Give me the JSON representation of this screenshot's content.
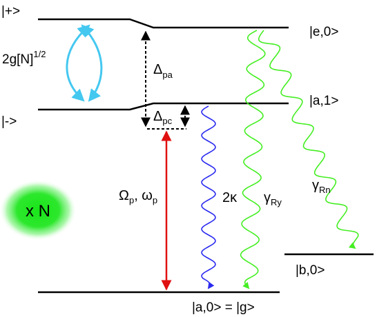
{
  "levels": {
    "plus": "|+>",
    "minus": "|->",
    "e0": "|e,0>",
    "a1": "|a,1>",
    "b0": "|b,0>",
    "a0g": "|a,0> = |g>"
  },
  "coupling": {
    "base": "2g[N]",
    "sup": "1/2"
  },
  "detunings": {
    "pa": {
      "symbol": "Δ",
      "sub": "pa"
    },
    "pc": {
      "symbol": "Δ",
      "sub": "pc"
    }
  },
  "probe": {
    "text1": "Ω",
    "sub1": "p",
    "sep": ", ω",
    "sub2": "p"
  },
  "decays": {
    "kappa": "2κ",
    "ry": {
      "symbol": "γ",
      "sub": "Ry"
    },
    "rn": {
      "symbol": "γ",
      "sub": "Rn"
    }
  },
  "ensemble": {
    "label": "x N"
  },
  "colors": {
    "level": "#000000",
    "coupling_arrow": "#44c8f0",
    "probe_arrow": "#e01010",
    "cavity_decay": "#2a2af0",
    "atom_decay": "#44ee22",
    "ensemble_glow": "#19e619"
  }
}
